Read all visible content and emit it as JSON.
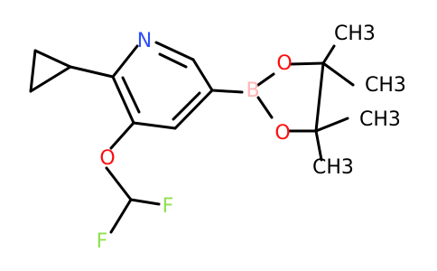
{
  "molecule": {
    "atoms": {
      "n": "N",
      "o_ether": "O",
      "f1": "F",
      "f2": "F",
      "b": "B",
      "o_bor1": "O",
      "o_bor2": "O",
      "ch3_1": "CH3",
      "ch3_2": "CH3",
      "ch3_3": "CH3",
      "ch3_4": "CH3"
    },
    "colors": {
      "bond": "#000000",
      "nitrogen": "#3050F8",
      "oxygen": "#FF0D0D",
      "fluorine": "#90E050",
      "boron": "#FFB5B5",
      "carbon": "#000000"
    }
  }
}
